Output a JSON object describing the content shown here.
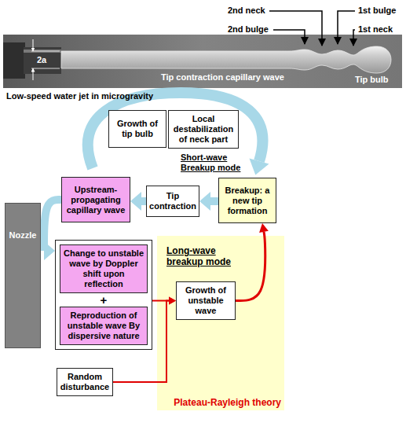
{
  "diagram": {
    "nodes": [
      {
        "text": [
          "Growth of tip bulb"
        ]
      },
      {
        "text": [
          "Local destabilization of neck part"
        ]
      },
      {
        "text": [
          "Upstream-propagating capillary wave"
        ]
      },
      {
        "text": [
          "Tip contraction"
        ]
      },
      {
        "text": [
          "Breakup: a new tip formation"
        ]
      },
      {
        "text": [
          "Nozzle"
        ]
      },
      {
        "text": [
          "+"
        ]
      },
      {
        "text": [
          "Change to unstable wave by Doppler shift upon reflection"
        ],
        "in": 6
      },
      {
        "text": [
          "Reproduction of unstable wave By dispersive nature"
        ],
        "in": 6
      },
      {
        "text": [
          "Long-wave breakup mode",
          "Plateau-Rayleigh theory"
        ]
      },
      {
        "text": [
          "Growth of unstable wave"
        ],
        "in": 9
      },
      {
        "text": [
          "Random disturbance"
        ]
      }
    ],
    "edges": [
      {
        "from": 4,
        "to": 3,
        "arrow": "to"
      },
      {
        "from": 3,
        "to": 2,
        "arrow": "to"
      },
      {
        "from": 2,
        "to": 6,
        "arrow": "to"
      },
      {
        "from": 6,
        "to": 10,
        "arrow": "to"
      },
      {
        "from": 11,
        "to": 10,
        "arrow": "to"
      },
      {
        "from": 10,
        "to": 4,
        "arrow": "to"
      }
    ],
    "labels": [
      "2nd neck",
      "2nd bulge",
      "1st bulge",
      "1st neck",
      "2a",
      "Tip contraction capillary wave",
      "Tip bulb",
      "Low-speed water jet in microgravity",
      "Short-wave Breakup mode"
    ]
  }
}
